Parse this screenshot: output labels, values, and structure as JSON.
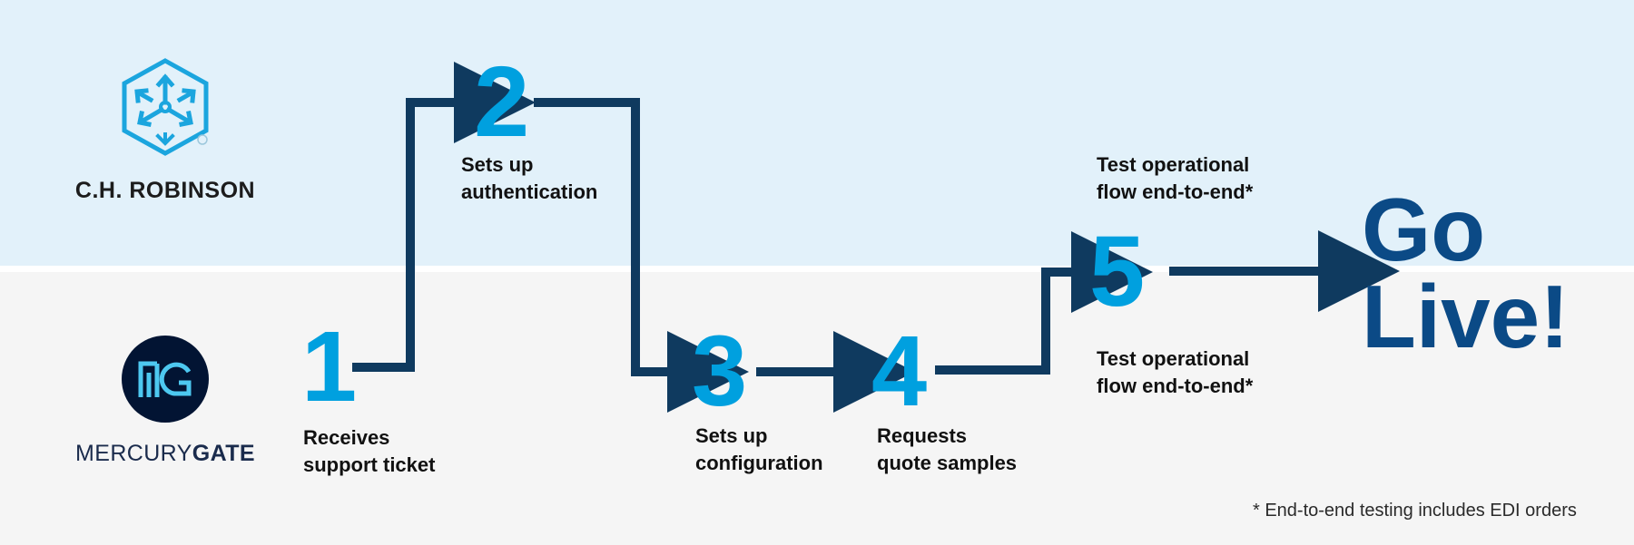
{
  "palette": {
    "band_top_bg": "#E2F1FA",
    "band_bottom_bg": "#F5F5F5",
    "numeral_blue": "#00A0DF",
    "connector_navy": "#0F3A5F",
    "golive_blue": "#0B4A86",
    "mg_circle_navy": "#021433",
    "mg_mark_blue": "#4DC8F0",
    "chr_mark_blue": "#1BA5DE",
    "text_black": "#111111"
  },
  "lanes": {
    "top_lane_owner": "C.H. ROBINSON",
    "bottom_lane_owner": "MERCURYGATE"
  },
  "logos": {
    "chrobinson": {
      "name": "C.H. ROBINSON",
      "wordmark": "C.H. ROBINSON",
      "mark": "hexagon-cube-arrows-icon"
    },
    "mercurygate": {
      "name": "MERCURYGATE",
      "wordmark_light": "MERCURY",
      "wordmark_bold": "GATE",
      "mark": "mg-monogram-icon"
    }
  },
  "steps": [
    {
      "number": "1",
      "caption": "Receives\nsupport ticket",
      "lane": "bottom"
    },
    {
      "number": "2",
      "caption": "Sets up\nauthentication",
      "lane": "top"
    },
    {
      "number": "3",
      "caption": "Sets up\nconfiguration",
      "lane": "bottom"
    },
    {
      "number": "4",
      "caption": "Requests\nquote samples",
      "lane": "bottom"
    },
    {
      "number": "5",
      "caption_top": "Test operational\nflow end-to-end*",
      "caption_bottom": "Test operational\nflow end-to-end*",
      "lane": "both"
    }
  ],
  "outcome": {
    "label": "Go\nLive!"
  },
  "footnote": {
    "text": "* End-to-end testing includes EDI orders"
  },
  "connectors": [
    {
      "from": "1",
      "to": "2",
      "shape": "right-up-right-arrow"
    },
    {
      "from": "2",
      "to": "3",
      "shape": "right-down-right-arrow"
    },
    {
      "from": "3",
      "to": "4",
      "shape": "straight-right-arrow"
    },
    {
      "from": "4",
      "to": "5",
      "shape": "right-up-right-arrow"
    },
    {
      "from": "5",
      "to": "Go Live!",
      "shape": "straight-right-arrow"
    }
  ]
}
